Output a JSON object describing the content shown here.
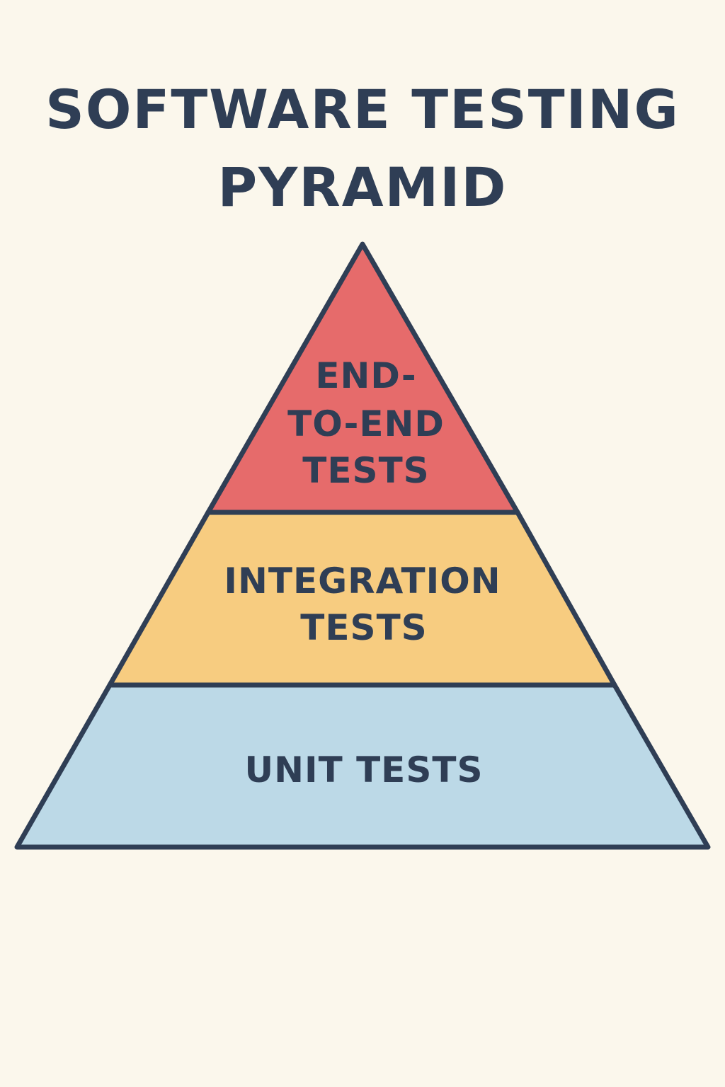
{
  "title": {
    "line1": "SOFTWARE TESTING",
    "line2": "PYRAMID"
  },
  "tiers": {
    "top": {
      "lines": [
        "END-",
        "TO-END",
        "TESTS"
      ],
      "color": "#e66b6b"
    },
    "middle": {
      "lines": [
        "INTEGRATION",
        "TESTS"
      ],
      "color": "#f7cc80"
    },
    "bottom": {
      "lines": [
        "UNIT TESTS"
      ],
      "color": "#bcd9e7"
    }
  },
  "colors": {
    "background": "#fbf7ec",
    "outline": "#2f3e55",
    "text": "#2f3e55"
  }
}
